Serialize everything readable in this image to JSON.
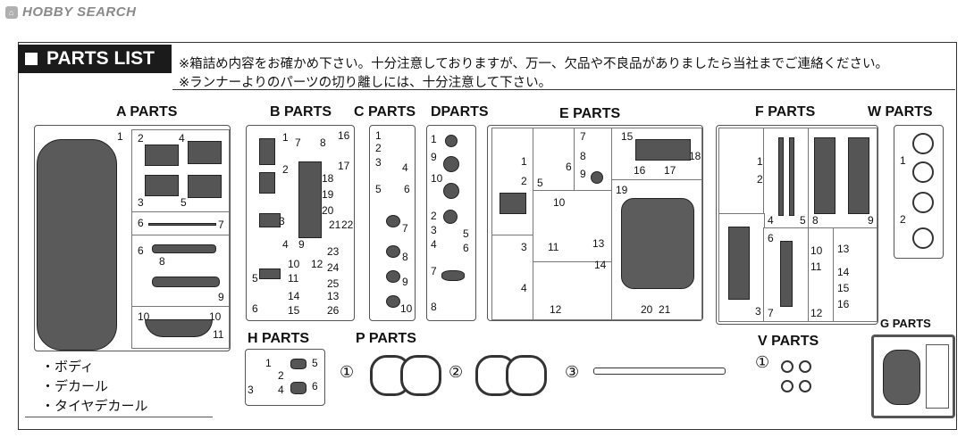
{
  "logo": {
    "text": "HOBBY SEARCH"
  },
  "header": {
    "title": "PARTS LIST",
    "note_line1": "※箱詰め内容をお確かめ下さい。十分注意しておりますが、万一、欠品や不良品がありましたら当社までご連絡ください。",
    "note_line2": "※ランナーよりのパーツの切り離しには、十分注意して下さい。"
  },
  "groups": {
    "a": "A PARTS",
    "b": "B PARTS",
    "c": "C PARTS",
    "d": "DPARTS",
    "e": "E PARTS",
    "f": "F PARTS",
    "w": "W PARTS",
    "g": "G PARTS",
    "h": "H PARTS",
    "p": "P PARTS",
    "v": "V PARTS"
  },
  "circled": {
    "one": "①",
    "two": "②",
    "three": "③"
  },
  "contents": [
    "・ボディ",
    "・デカール",
    "・タイヤデカール"
  ],
  "nums": {
    "a": [
      "1",
      "2",
      "4",
      "3",
      "5",
      "6",
      "7",
      "6",
      "8",
      "9",
      "10",
      "10",
      "11"
    ],
    "b": [
      "1",
      "7",
      "8",
      "16",
      "2",
      "17",
      "18",
      "19",
      "20",
      "3",
      "21",
      "22",
      "4",
      "9",
      "23",
      "10",
      "24",
      "5",
      "11",
      "25",
      "14",
      "13",
      "6",
      "15",
      "26",
      "12"
    ],
    "c": [
      "1",
      "2",
      "3",
      "4",
      "5",
      "6",
      "7",
      "8",
      "9",
      "10"
    ],
    "d": [
      "1",
      "9",
      "10",
      "2",
      "3",
      "5",
      "4",
      "6",
      "7",
      "8"
    ],
    "e": [
      "1",
      "2",
      "4",
      "6",
      "5",
      "8",
      "7",
      "9",
      "15",
      "16",
      "17",
      "18",
      "3",
      "19",
      "10",
      "11",
      "13",
      "14",
      "12",
      "20",
      "21"
    ],
    "f": [
      "1",
      "2",
      "4",
      "5",
      "8",
      "9",
      "3",
      "6",
      "7",
      "10",
      "11",
      "12",
      "13",
      "14",
      "15",
      "16"
    ],
    "w": [
      "1",
      "2"
    ],
    "h": [
      "1",
      "2",
      "5",
      "3",
      "4",
      "6"
    ]
  }
}
